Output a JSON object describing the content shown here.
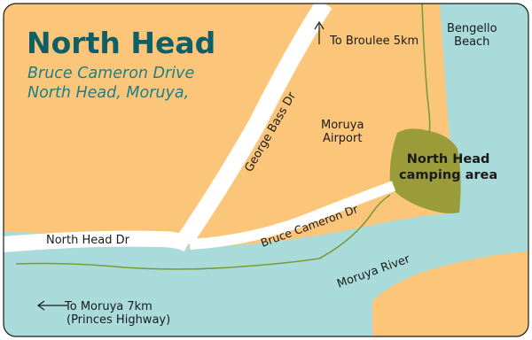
{
  "title": "North Head",
  "address": {
    "line1": "Bruce Cameron Drive",
    "line2": "North Head, Moruya,"
  },
  "places": {
    "beach_line1": "Bengello",
    "beach_line2": "Beach",
    "airport_line1": "Moruya",
    "airport_line2": "Airport",
    "camping_line1": "North Head",
    "camping_line2": "camping area"
  },
  "roads": {
    "george_bass": "George Bass Dr",
    "bruce_cameron": "Bruce Cameron Dr",
    "north_head": "North Head Dr"
  },
  "water": {
    "river": "Moruya River"
  },
  "directions": {
    "broulee": "To Broulee 5km",
    "moruya_line1": "To Moruya 7km",
    "moruya_line2": "(Princes Highway)"
  },
  "icons": {
    "north_arrow": "arrow-up-icon",
    "west_arrow": "arrow-left-icon"
  },
  "colors": {
    "land": "#fcc67a",
    "water": "#a9dbdb",
    "camping": "#9a9c3a",
    "road": "#ffffff",
    "title": "#0e5f66",
    "subtitle": "#1b7f89",
    "track": "#7c9a3c",
    "frame": "#1a1a1a"
  }
}
